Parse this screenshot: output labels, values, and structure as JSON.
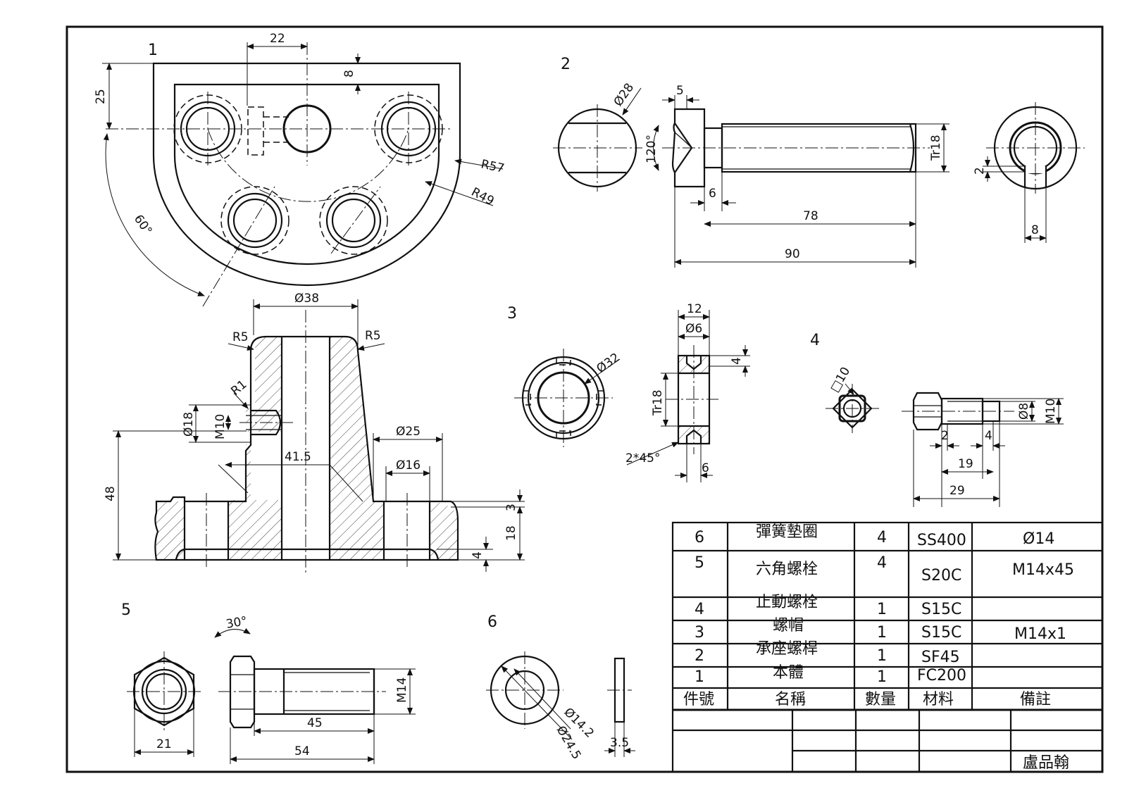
{
  "part_numbers": [
    "1",
    "2",
    "3",
    "4",
    "5",
    "6"
  ],
  "part1": {
    "top_dims": [
      "22",
      "8",
      "25",
      "R57",
      "R49",
      "60°"
    ],
    "section_dims": [
      "Ø38",
      "R5",
      "R5",
      "R1",
      "Ø18",
      "M10",
      "41.5",
      "Ø25",
      "Ø16",
      "48",
      "3",
      "18",
      "4"
    ]
  },
  "part2": {
    "dims": [
      "Ø28",
      "5",
      "120°",
      "Tr18",
      "6",
      "78",
      "90",
      "2",
      "8"
    ]
  },
  "part3": {
    "dims": [
      "Ø32",
      "12",
      "Ø6",
      "4",
      "Tr18",
      "2*45°",
      "6"
    ]
  },
  "part4": {
    "dims": [
      "□10",
      "Ø8",
      "M10",
      "2",
      "4",
      "19",
      "29"
    ]
  },
  "part5": {
    "dims": [
      "30°",
      "M14",
      "21",
      "45",
      "54"
    ]
  },
  "part6": {
    "dims": [
      "Ø14.2",
      "Ø24.5",
      "3.5"
    ]
  },
  "parts_table": {
    "header": [
      "件號",
      "名稱",
      "數量",
      "材料",
      "備註"
    ],
    "rows": [
      [
        "6",
        "彈簧墊圈",
        "4",
        "SS400",
        "Ø14"
      ],
      [
        "5",
        "六角螺栓",
        "4",
        "S20C",
        "M14x45"
      ],
      [
        "4",
        "止動螺栓",
        "1",
        "S15C",
        ""
      ],
      [
        "3",
        "螺帽",
        "1",
        "S15C",
        "M14x1"
      ],
      [
        "2",
        "承座螺桿",
        "1",
        "SF45",
        ""
      ],
      [
        "1",
        "本體",
        "1",
        "FC200",
        ""
      ]
    ]
  },
  "title_block": {
    "drawer": "盧品翰"
  }
}
